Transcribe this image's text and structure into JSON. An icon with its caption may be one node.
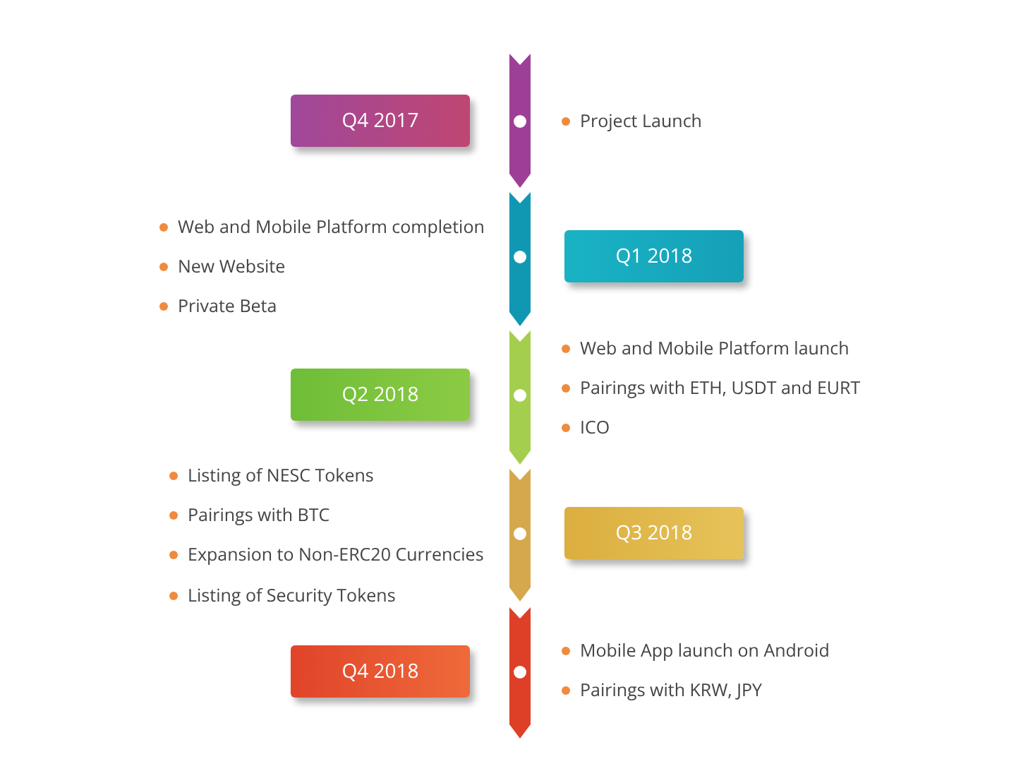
{
  "diagram": {
    "nodes": [
      {
        "text": [
          "Q4 2017"
        ]
      },
      {
        "text": [
          "Q1 2018"
        ]
      },
      {
        "text": [
          "Q2 2018"
        ]
      },
      {
        "text": [
          "Q3 2018"
        ]
      },
      {
        "text": [
          "Q4 2018"
        ]
      }
    ],
    "labels": [
      "Project Launch",
      "Web and Mobile Platform completion",
      "New Website",
      "Private Beta",
      "Web and Mobile Platform launch",
      "Pairings with ETH, USDT and EURT",
      "ICO",
      "Listing of NESC Tokens",
      "Pairings with BTC",
      "Expansion to Non-ERC20 Currencies",
      "Listing of Security Tokens",
      "Mobile App launch on Android",
      "Pairings with KRW, JPY"
    ]
  }
}
